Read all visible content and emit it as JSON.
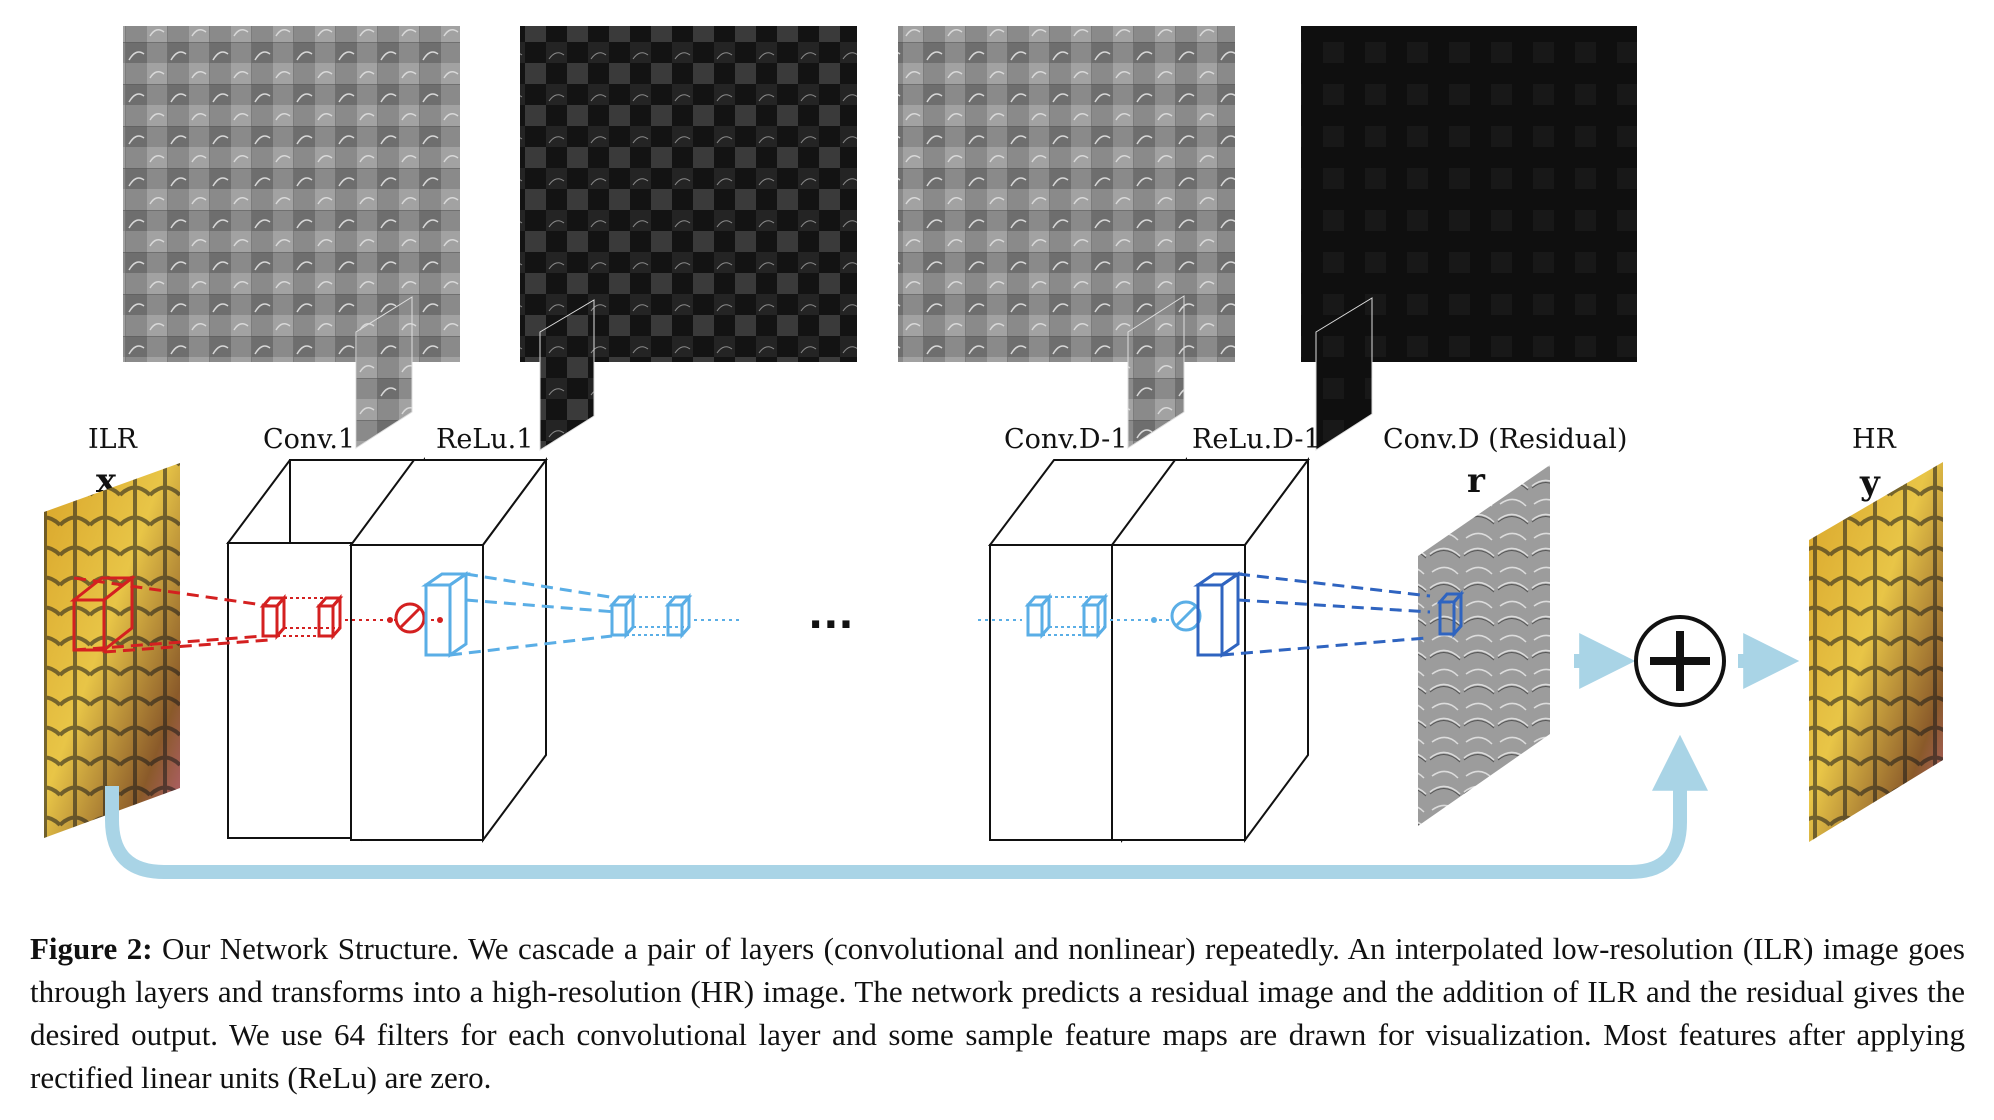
{
  "labels": {
    "ilr": "ILR",
    "x": "x",
    "conv1": "Conv.1",
    "relu1": "ReLu.1",
    "convd1": "Conv.D-1",
    "relud1": "ReLu.D-1",
    "convd": "Conv.D (Residual)",
    "r": "r",
    "hr": "HR",
    "y": "y",
    "ellipsis": "...",
    "plus": "+"
  },
  "caption": {
    "label": "Figure 2:",
    "text": " Our Network Structure. We cascade a pair of layers (convolutional and nonlinear) repeatedly. An interpolated low-resolution (ILR) image goes through layers and transforms into a high-resolution (HR) image. The network predicts a residual image and the addition of ILR and the residual gives the desired output. We use 64 filters for each convolutional layer and some sample feature maps are drawn for visualization. Most features after applying rectified linear units (ReLu) are zero."
  },
  "colors": {
    "red": "#d42020",
    "lightblue": "#5aaee6",
    "darkblue": "#2f64c0",
    "arrow": "#a9d4e6",
    "featureGray": "#7a7a7a",
    "featureDark": "#151515"
  }
}
